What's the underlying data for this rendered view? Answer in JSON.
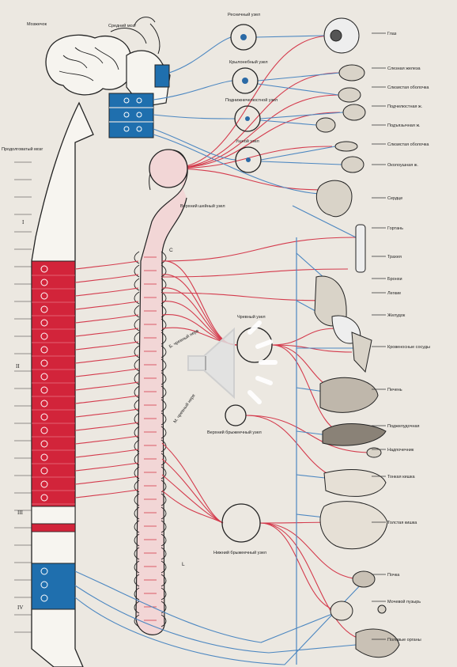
{
  "labels": {
    "cerebellum": "Мозжечок",
    "midbrain": "Средний мозг",
    "medulla": "Продолговатый мозг",
    "ciliary_ganglion": "Ресничный узел",
    "pterygopalatine_ganglion": "Крылонебный узел",
    "submandibular_ganglion": "Поднижнечелюстной узел",
    "otic_ganglion": "Ушной узел",
    "superior_cervical_ganglion": "Верхний шейный узел",
    "celiac_ganglion": "Чревный узел",
    "superior_mesenteric_ganglion": "Верхний брыжеечный узел",
    "inferior_mesenteric_ganglion": "Нижний брыжеечный узел",
    "greater_splanchnic": "Б. чревный нерв",
    "lesser_splanchnic": "М. чревный нерв",
    "roman_I": "I",
    "roman_II": "II",
    "roman_III": "III",
    "roman_IV": "IV",
    "chain_C": "C",
    "chain_L": "L"
  },
  "organs": [
    {
      "id": "eye",
      "label": "Глаз"
    },
    {
      "id": "lacrimal",
      "label": "Слезная железа"
    },
    {
      "id": "mucosa",
      "label": "Слизистая оболочка"
    },
    {
      "id": "submandibular",
      "label": "Подчелюстная ж."
    },
    {
      "id": "sublingual",
      "label": "Подъязычная ж."
    },
    {
      "id": "mucosa2",
      "label": "Слизистая оболочка"
    },
    {
      "id": "parotid",
      "label": "Околоушная ж."
    },
    {
      "id": "heart",
      "label": "Сердце"
    },
    {
      "id": "larynx",
      "label": "Гортань"
    },
    {
      "id": "trachea",
      "label": "Трахея"
    },
    {
      "id": "bronchi",
      "label": "Бронхи"
    },
    {
      "id": "lungs",
      "label": "Легкие"
    },
    {
      "id": "stomach",
      "label": "Желудок"
    },
    {
      "id": "vessels",
      "label": "Кровеносные сосуды"
    },
    {
      "id": "liver",
      "label": "Печень"
    },
    {
      "id": "pancreas",
      "label": "Поджелудочная"
    },
    {
      "id": "adrenal",
      "label": "Надпочечник"
    },
    {
      "id": "small_int",
      "label": "Тонкая кишка"
    },
    {
      "id": "large_int",
      "label": "Толстая кишка"
    },
    {
      "id": "kidney",
      "label": "Почка"
    },
    {
      "id": "bladder",
      "label": "Мочевой пузырь"
    },
    {
      "id": "genitals",
      "label": "Половые органы"
    }
  ],
  "controls": {
    "speaker_icon": "speaker-volume-icon"
  }
}
